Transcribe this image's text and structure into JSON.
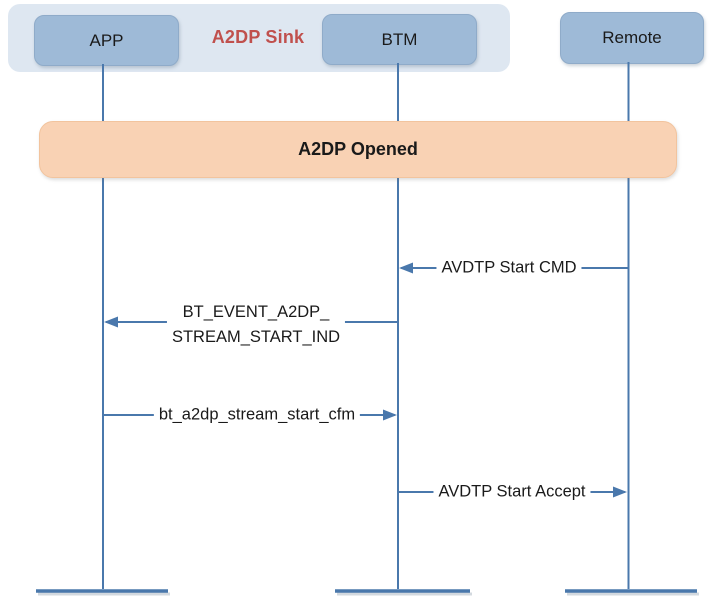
{
  "colors": {
    "line": "#4A78AC",
    "actor-fill": "#9EBAD7",
    "actor-border": "#8FABC9",
    "group-fill": "#DEE7F1",
    "banner-fill": "#F9D2B4",
    "banner-border": "#F2C49E",
    "accent-red": "#C0504D",
    "text": "#1A1A1A"
  },
  "diagram": {
    "type": "sequence-diagram",
    "group_label": "A2DP Sink",
    "actors": {
      "app": "APP",
      "btm": "BTM",
      "remote": "Remote"
    },
    "banner": "A2DP Opened",
    "messages": [
      {
        "label": "AVDTP Start CMD",
        "from": "Remote",
        "to": "BTM",
        "direction": "left"
      },
      {
        "label_line1": "BT_EVENT_A2DP_",
        "label_line2": "STREAM_START_IND",
        "from": "BTM",
        "to": "APP",
        "direction": "left"
      },
      {
        "label": "bt_a2dp_stream_start_cfm",
        "from": "APP",
        "to": "BTM",
        "direction": "right"
      },
      {
        "label": "AVDTP Start Accept",
        "from": "BTM",
        "to": "Remote",
        "direction": "right"
      }
    ]
  }
}
